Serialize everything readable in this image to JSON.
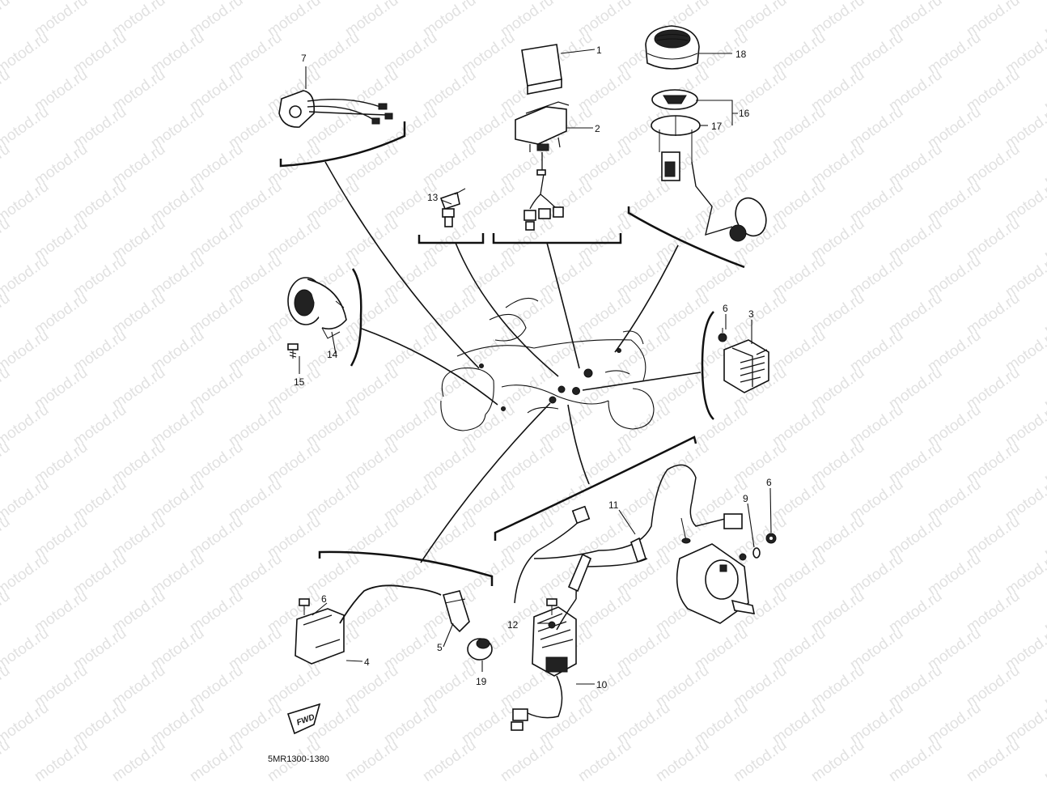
{
  "watermark": {
    "text": "motod.ru"
  },
  "diagram": {
    "reference_code": "5MR1300-1380",
    "direction_mark": "FWD",
    "callouts": [
      {
        "id": "1",
        "label": "1"
      },
      {
        "id": "2",
        "label": "2"
      },
      {
        "id": "3",
        "label": "3"
      },
      {
        "id": "4",
        "label": "4"
      },
      {
        "id": "5",
        "label": "5"
      },
      {
        "id": "6a",
        "label": "6"
      },
      {
        "id": "6b",
        "label": "6"
      },
      {
        "id": "6c",
        "label": "6"
      },
      {
        "id": "7",
        "label": "7"
      },
      {
        "id": "9",
        "label": "9"
      },
      {
        "id": "10",
        "label": "10"
      },
      {
        "id": "11",
        "label": "11"
      },
      {
        "id": "12",
        "label": "12"
      },
      {
        "id": "13",
        "label": "13"
      },
      {
        "id": "14",
        "label": "14"
      },
      {
        "id": "15",
        "label": "15"
      },
      {
        "id": "16",
        "label": "16"
      },
      {
        "id": "17",
        "label": "17"
      },
      {
        "id": "18",
        "label": "18"
      },
      {
        "id": "19",
        "label": "19"
      }
    ]
  }
}
